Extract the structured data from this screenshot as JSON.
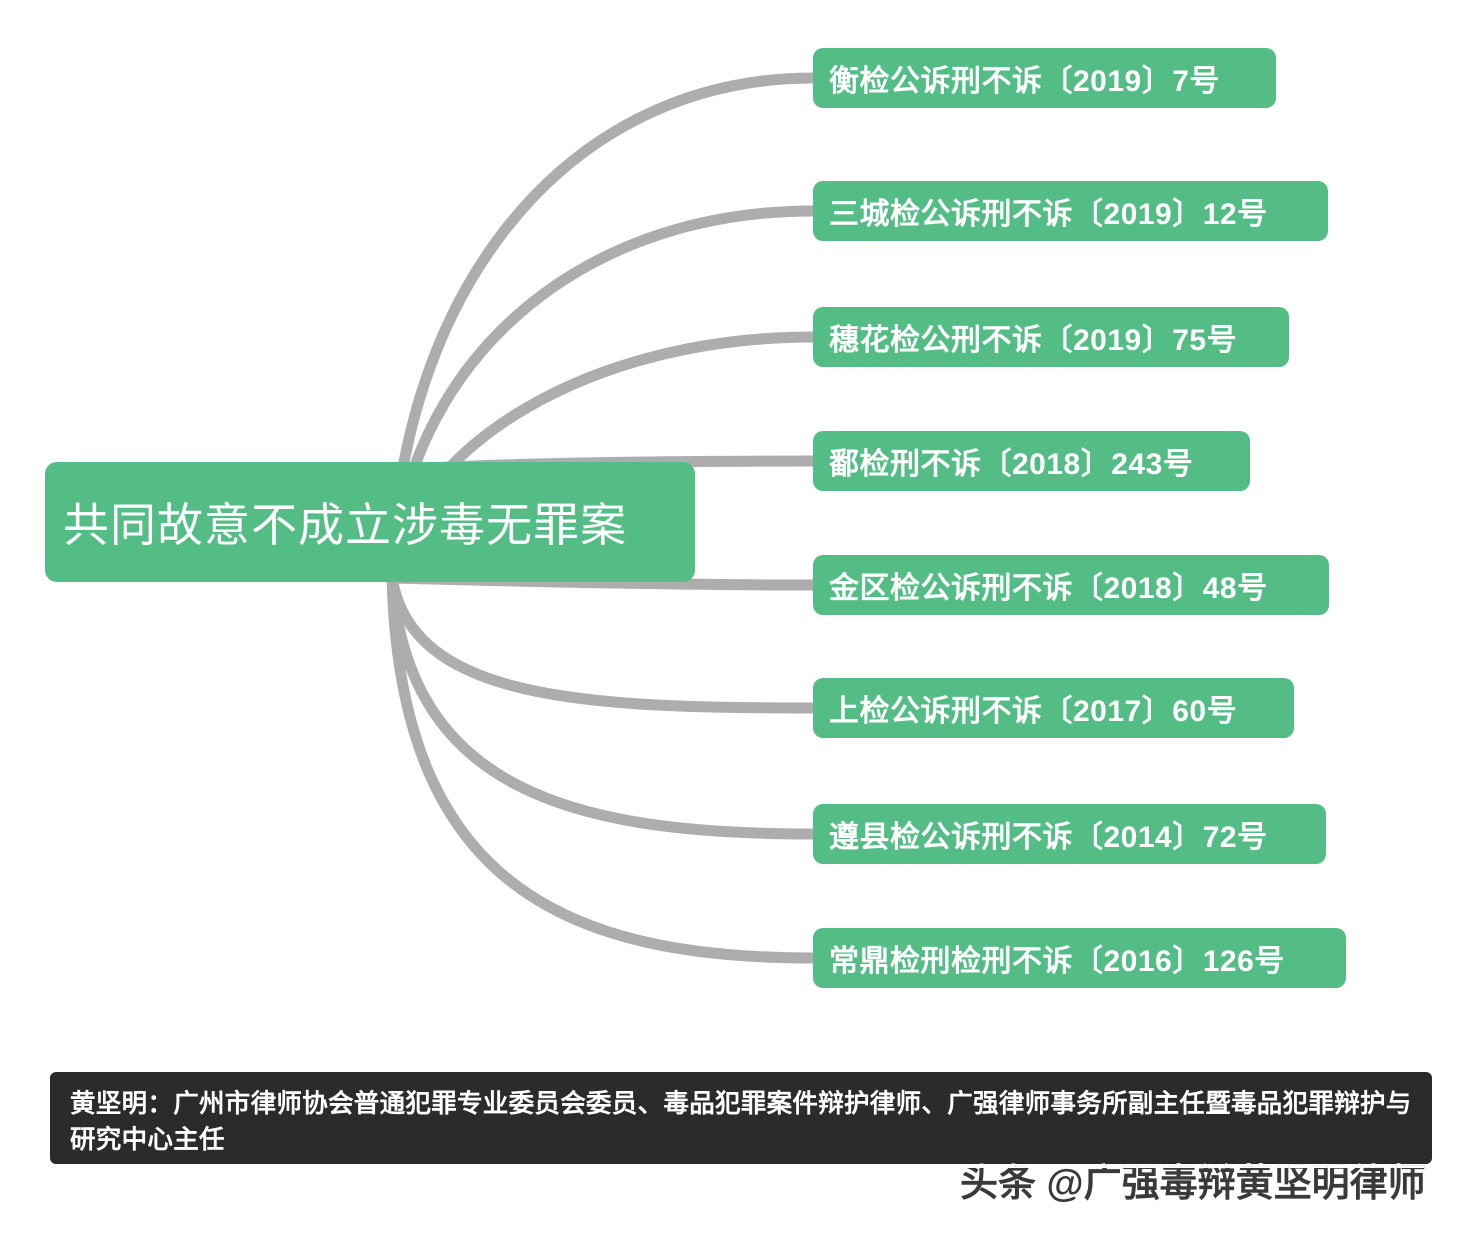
{
  "theme": {
    "node_green": "#53bd85",
    "connector_gray": "#adadad",
    "banner_dark": "#2b2b2b",
    "page_background": "#ffffff",
    "node_text_color": "#ffffff"
  },
  "mindmap": {
    "root": {
      "label": "共同故意不成立涉毒无罪案"
    },
    "branches": [
      {
        "label": "衡检公诉刑不诉〔2019〕7号"
      },
      {
        "label": "三城检公诉刑不诉〔2019〕12号"
      },
      {
        "label": "穗花检公刑不诉〔2019〕75号"
      },
      {
        "label": "鄱检刑不诉〔2018〕243号"
      },
      {
        "label": "金区检公诉刑不诉〔2018〕48号"
      },
      {
        "label": "上检公诉刑不诉〔2017〕60号"
      },
      {
        "label": "遵县检公诉刑不诉〔2014〕72号"
      },
      {
        "label": "常鼎检刑检刑不诉〔2016〕126号"
      }
    ]
  },
  "footer": {
    "credit": "黄坚明：广州市律师协会普通犯罪专业委员会委员、毒品犯罪案件辩护律师、广强律师事务所副主任暨毒品犯罪辩护与研究中心主任"
  },
  "watermark": {
    "text": "头条 @广强毒辩黄坚明律师"
  }
}
